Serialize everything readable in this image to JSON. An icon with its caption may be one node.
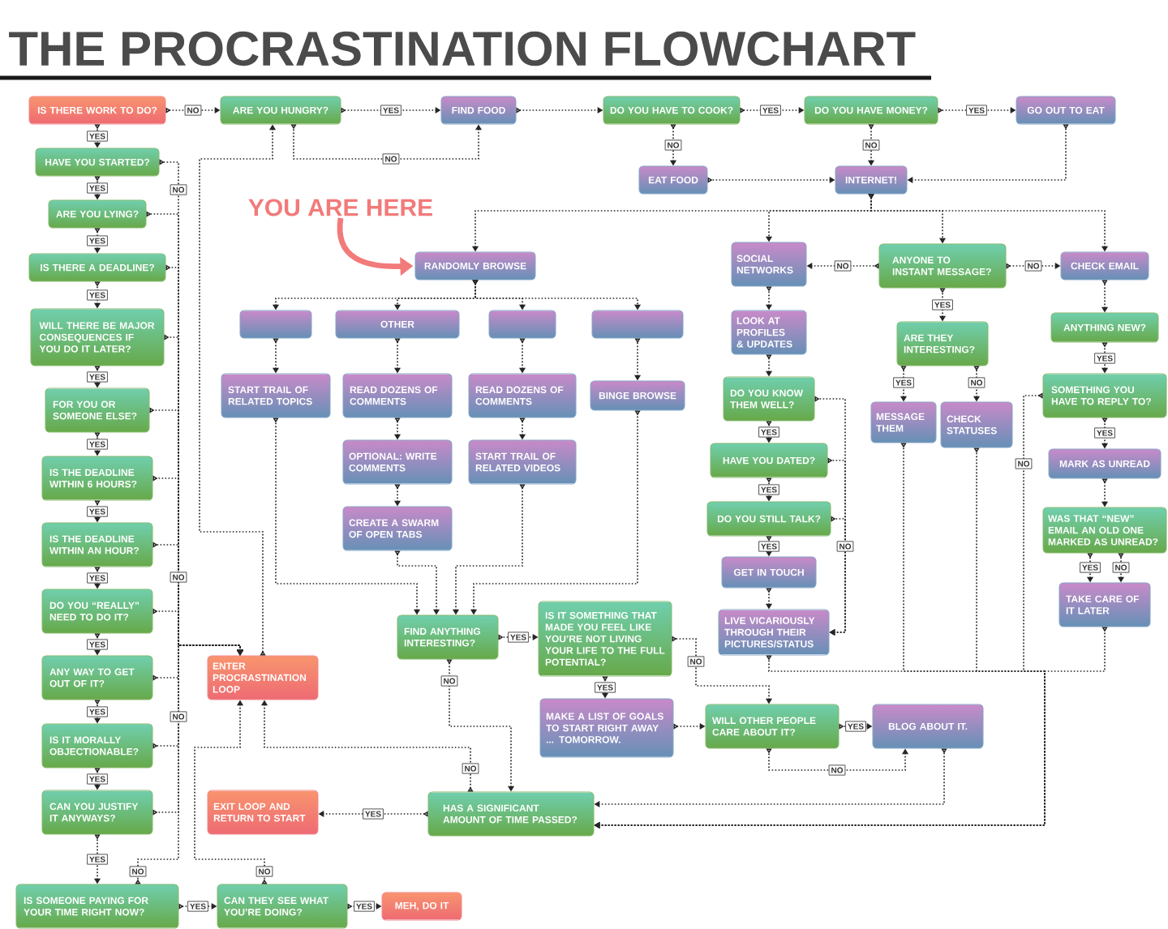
{
  "diagram": {
    "title": "THE PROCRASTINATION FLOWCHART",
    "nodes": [
      {
        "text": [
          "IS THERE WORK TO DO?"
        ]
      },
      {
        "text": [
          "ARE YOU HUNGRY?"
        ]
      },
      {
        "text": [
          "FIND FOOD"
        ]
      },
      {
        "text": [
          "DO YOU HAVE TO COOK?"
        ]
      },
      {
        "text": [
          "DO YOU HAVE MONEY?"
        ]
      },
      {
        "text": [
          "GO OUT TO EAT"
        ]
      },
      {
        "text": [
          "EAT FOOD"
        ]
      },
      {
        "text": [
          "INTERNET!"
        ]
      },
      {
        "text": [
          "HAVE YOU STARTED?"
        ]
      },
      {
        "text": [
          "ARE YOU LYING?"
        ]
      },
      {
        "text": [
          "IS THERE A DEADLINE?"
        ]
      },
      {
        "text": [
          "WILL THERE BE MAJOR CONSEQUENCES IF YOU DO IT LATER?"
        ]
      },
      {
        "text": [
          "FOR YOU OR SOMEONE ELSE?"
        ]
      },
      {
        "text": [
          "IS THE DEADLINE WITHIN 6 HOURS?"
        ]
      },
      {
        "text": [
          "IS THE DEADLINE WITHIN AN HOUR?"
        ]
      },
      {
        "text": [
          "DO YOU “REALLY” NEED TO DO IT?"
        ]
      },
      {
        "text": [
          "ANY WAY TO GET OUT OF IT?"
        ]
      },
      {
        "text": [
          "IS IT MORALLY OBJECTIONABLE?"
        ]
      },
      {
        "text": [
          "CAN YOU JUSTIFY IT ANYWAYS?"
        ]
      },
      {
        "text": [
          "IS SOMEONE PAYING FOR YOUR TIME RIGHT NOW?"
        ]
      },
      {
        "text": [
          "CAN THEY SEE WHAT YOU’RE DOING?"
        ]
      },
      {
        "text": [
          "MEH, DO IT"
        ]
      },
      {
        "text": [
          "ENTER PROCRASTINATION LOOP"
        ]
      },
      {
        "text": [
          "EXIT LOOP AND RETURN TO START"
        ]
      },
      {
        "text": [
          "HAS A SIGNIFICANT AMOUNT OF TIME PASSED?"
        ]
      },
      {
        "text": [
          "RANDOMLY BROWSE"
        ]
      },
      {
        "text": [],
        "shape": "box"
      },
      {
        "text": [
          "OTHER"
        ]
      },
      {
        "text": [],
        "shape": "box"
      },
      {
        "text": [],
        "shape": "box"
      },
      {
        "text": [
          "START TRAIL OF RELATED TOPICS"
        ]
      },
      {
        "text": [
          "READ DOZENS OF COMMENTS"
        ]
      },
      {
        "text": [
          "READ DOZENS OF COMMENTS"
        ]
      },
      {
        "text": [
          "BINGE BROWSE"
        ]
      },
      {
        "text": [
          "OPTIONAL: WRITE COMMENTS"
        ]
      },
      {
        "text": [
          "START TRAIL OF RELATED VIDEOS"
        ]
      },
      {
        "text": [
          "CREATE A SWARM OF OPEN TABS"
        ]
      },
      {
        "text": [
          "FIND ANYTHING INTERESTING?"
        ]
      },
      {
        "text": [
          "IS IT SOMETHING THAT MADE YOU FEEL LIKE YOU’RE NOT LIVING YOUR LIFE TO THE FULL POTENTIAL?"
        ]
      },
      {
        "text": [
          "MAKE A LIST OF GOALS TO START RIGHT AWAY ... TOMORROW."
        ]
      },
      {
        "text": [
          "WILL OTHER PEOPLE CARE ABOUT IT?"
        ]
      },
      {
        "text": [
          "BLOG ABOUT IT."
        ]
      },
      {
        "text": [
          "SOCIAL NETWORKS"
        ]
      },
      {
        "text": [
          "ANYONE TO INSTANT MESSAGE?"
        ]
      },
      {
        "text": [
          "CHECK EMAIL"
        ]
      },
      {
        "text": [
          "LOOK AT PROFILES & UPDATES"
        ]
      },
      {
        "text": [
          "DO YOU KNOW THEM WELL?"
        ]
      },
      {
        "text": [
          "HAVE YOU DATED?"
        ]
      },
      {
        "text": [
          "DO YOU STILL TALK?"
        ]
      },
      {
        "text": [
          "GET IN TOUCH"
        ]
      },
      {
        "text": [
          "LIVE VICARIOUSLY THROUGH THEIR PICTURES/STATUS"
        ]
      },
      {
        "text": [
          "ARE THEY INTERESTING?"
        ]
      },
      {
        "text": [
          "MESSAGE THEM"
        ]
      },
      {
        "text": [
          "CHECK STATUSES"
        ]
      },
      {
        "text": [
          "ANYTHING NEW?"
        ]
      },
      {
        "text": [
          "SOMETHING YOU HAVE TO REPLY TO?"
        ]
      },
      {
        "text": [
          "MARK AS UNREAD"
        ]
      },
      {
        "text": [
          "WAS THAT “NEW” EMAIL AN OLD ONE MARKED AS UNREAD?"
        ]
      },
      {
        "text": [
          "TAKE CARE OF IT LATER"
        ]
      },
      {
        "text": [
          "YOU ARE HERE"
        ]
      }
    ],
    "edges": [
      {
        "from": 0,
        "to": 1,
        "arrow": "to",
        "label": "NO",
        "style": "dashed"
      },
      {
        "from": 0,
        "to": 8,
        "arrow": "to",
        "label": "YES",
        "style": "dashed"
      },
      {
        "from": 1,
        "to": 2,
        "arrow": "to",
        "label": "YES",
        "style": "dashed"
      },
      {
        "from": 1,
        "to": 2,
        "arrow": "to",
        "label": "NO",
        "style": "dashed"
      },
      {
        "from": 2,
        "to": 3,
        "arrow": "to",
        "style": "dashed"
      },
      {
        "from": 3,
        "to": 4,
        "arrow": "to",
        "label": "YES",
        "style": "dashed"
      },
      {
        "from": 4,
        "to": 5,
        "arrow": "to",
        "label": "YES",
        "style": "dashed"
      },
      {
        "from": 3,
        "to": 6,
        "arrow": "to",
        "label": "NO",
        "style": "dashed"
      },
      {
        "from": 4,
        "to": 7,
        "arrow": "to",
        "label": "NO",
        "style": "dashed"
      },
      {
        "from": 5,
        "to": 7,
        "arrow": "to",
        "style": "dashed"
      },
      {
        "from": 6,
        "to": 7,
        "arrow": "to",
        "style": "dashed"
      },
      {
        "from": 8,
        "to": 9,
        "arrow": "to",
        "label": "YES",
        "style": "dashed"
      },
      {
        "from": 9,
        "to": 10,
        "arrow": "to",
        "label": "YES",
        "style": "dashed"
      },
      {
        "from": 10,
        "to": 11,
        "arrow": "to",
        "label": "YES",
        "style": "dashed"
      },
      {
        "from": 11,
        "to": 12,
        "arrow": "to",
        "label": "YES",
        "style": "dashed"
      },
      {
        "from": 12,
        "to": 13,
        "arrow": "to",
        "label": "YES",
        "style": "dashed"
      },
      {
        "from": 13,
        "to": 14,
        "arrow": "to",
        "label": "YES",
        "style": "dashed"
      },
      {
        "from": 14,
        "to": 15,
        "arrow": "to",
        "label": "YES",
        "style": "dashed"
      },
      {
        "from": 15,
        "to": 16,
        "arrow": "to",
        "label": "YES",
        "style": "dashed"
      },
      {
        "from": 16,
        "to": 17,
        "arrow": "to",
        "label": "YES",
        "style": "dashed"
      },
      {
        "from": 17,
        "to": 18,
        "arrow": "to",
        "label": "YES",
        "style": "dashed"
      },
      {
        "from": 18,
        "to": 19,
        "arrow": "to",
        "label": "YES",
        "style": "dashed"
      },
      {
        "from": 8,
        "to": 22,
        "arrow": "to",
        "label": "NO",
        "style": "dashed"
      },
      {
        "from": 9,
        "to": 22,
        "arrow": "to",
        "style": "dashed"
      },
      {
        "from": 10,
        "to": 22,
        "arrow": "to",
        "style": "dashed"
      },
      {
        "from": 11,
        "to": 22,
        "arrow": "to",
        "style": "dashed"
      },
      {
        "from": 12,
        "to": 22,
        "arrow": "to",
        "style": "dashed"
      },
      {
        "from": 13,
        "to": 22,
        "arrow": "to",
        "style": "dashed"
      },
      {
        "from": 14,
        "to": 22,
        "arrow": "to",
        "label": "NO",
        "style": "dashed"
      },
      {
        "from": 15,
        "to": 22,
        "arrow": "to",
        "style": "dashed"
      },
      {
        "from": 16,
        "to": 22,
        "arrow": "to",
        "style": "dashed"
      },
      {
        "from": 17,
        "to": 22,
        "arrow": "to",
        "label": "NO",
        "style": "dashed"
      },
      {
        "from": 18,
        "to": 22,
        "arrow": "to",
        "style": "dashed"
      },
      {
        "from": 19,
        "to": 22,
        "arrow": "to",
        "label": "NO",
        "style": "dashed"
      },
      {
        "from": 19,
        "to": 20,
        "arrow": "to",
        "label": "YES",
        "style": "dashed"
      },
      {
        "from": 20,
        "to": 21,
        "arrow": "to",
        "label": "YES",
        "style": "dashed"
      },
      {
        "from": 20,
        "to": 22,
        "arrow": "to",
        "label": "NO",
        "style": "dashed"
      },
      {
        "from": 22,
        "to": 1,
        "arrow": "to",
        "style": "dashed"
      },
      {
        "from": 24,
        "to": 22,
        "arrow": "to",
        "label": "NO",
        "style": "dashed"
      },
      {
        "from": 24,
        "to": 23,
        "arrow": "to",
        "label": "YES",
        "style": "dashed"
      },
      {
        "from": 7,
        "to": 25,
        "arrow": "to",
        "style": "dashed"
      },
      {
        "from": 7,
        "to": 42,
        "arrow": "to",
        "style": "dashed"
      },
      {
        "from": 7,
        "to": 43,
        "arrow": "to",
        "style": "dashed"
      },
      {
        "from": 7,
        "to": 44,
        "arrow": "to",
        "style": "dashed"
      },
      {
        "from": 25,
        "to": 26,
        "arrow": "to",
        "style": "dashed"
      },
      {
        "from": 25,
        "to": 27,
        "arrow": "to",
        "style": "dashed"
      },
      {
        "from": 25,
        "to": 28,
        "arrow": "to",
        "style": "dashed"
      },
      {
        "from": 25,
        "to": 29,
        "arrow": "to",
        "style": "dashed"
      },
      {
        "from": 26,
        "to": 30,
        "arrow": "to",
        "style": "dashed"
      },
      {
        "from": 27,
        "to": 31,
        "arrow": "to",
        "style": "dashed"
      },
      {
        "from": 31,
        "to": 34,
        "arrow": "to",
        "style": "dashed"
      },
      {
        "from": 34,
        "to": 36,
        "arrow": "to",
        "style": "dashed"
      },
      {
        "from": 28,
        "to": 32,
        "arrow": "to",
        "style": "dashed"
      },
      {
        "from": 32,
        "to": 35,
        "arrow": "to",
        "style": "dashed"
      },
      {
        "from": 29,
        "to": 33,
        "arrow": "to",
        "style": "dashed"
      },
      {
        "from": 30,
        "to": 37,
        "arrow": "to",
        "style": "dashed"
      },
      {
        "from": 36,
        "to": 37,
        "arrow": "to",
        "style": "dashed"
      },
      {
        "from": 35,
        "to": 37,
        "arrow": "to",
        "style": "dashed"
      },
      {
        "from": 33,
        "to": 37,
        "arrow": "to",
        "style": "dashed"
      },
      {
        "from": 37,
        "to": 38,
        "arrow": "to",
        "label": "YES",
        "style": "dashed"
      },
      {
        "from": 37,
        "to": 24,
        "arrow": "to",
        "label": "NO",
        "style": "dashed"
      },
      {
        "from": 38,
        "to": 39,
        "arrow": "to",
        "label": "YES",
        "style": "dashed"
      },
      {
        "from": 38,
        "to": 40,
        "arrow": "to",
        "label": "NO",
        "style": "dashed"
      },
      {
        "from": 39,
        "to": 40,
        "arrow": "to",
        "style": "dashed"
      },
      {
        "from": 40,
        "to": 41,
        "arrow": "to",
        "label": "YES",
        "style": "dashed"
      },
      {
        "from": 40,
        "to": 41,
        "arrow": "to",
        "label": "NO",
        "style": "dashed"
      },
      {
        "from": 41,
        "to": 24,
        "arrow": "to",
        "style": "dashed"
      },
      {
        "from": 43,
        "to": 42,
        "arrow": "to",
        "label": "NO",
        "style": "dashed"
      },
      {
        "from": 43,
        "to": 44,
        "arrow": "to",
        "label": "NO",
        "style": "dashed"
      },
      {
        "from": 43,
        "to": 51,
        "arrow": "to",
        "label": "YES",
        "style": "dashed"
      },
      {
        "from": 42,
        "to": 45,
        "arrow": "to",
        "style": "dashed"
      },
      {
        "from": 45,
        "to": 46,
        "arrow": "to",
        "style": "dashed"
      },
      {
        "from": 46,
        "to": 47,
        "arrow": "to",
        "label": "YES",
        "style": "dashed"
      },
      {
        "from": 47,
        "to": 48,
        "arrow": "to",
        "label": "YES",
        "style": "dashed"
      },
      {
        "from": 48,
        "to": 49,
        "arrow": "to",
        "label": "YES",
        "style": "dashed"
      },
      {
        "from": 49,
        "to": 50,
        "arrow": "to",
        "style": "dashed"
      },
      {
        "from": 46,
        "to": 50,
        "arrow": "to",
        "style": "dashed"
      },
      {
        "from": 47,
        "to": 50,
        "arrow": "to",
        "style": "dashed"
      },
      {
        "from": 48,
        "to": 50,
        "arrow": "to",
        "label": "NO",
        "style": "dashed"
      },
      {
        "from": 51,
        "to": 52,
        "arrow": "to",
        "label": "YES",
        "style": "dashed"
      },
      {
        "from": 51,
        "to": 53,
        "arrow": "to",
        "label": "NO",
        "style": "dashed"
      },
      {
        "from": 44,
        "to": 54,
        "arrow": "to",
        "style": "dashed"
      },
      {
        "from": 54,
        "to": 55,
        "arrow": "to",
        "label": "YES",
        "style": "dashed"
      },
      {
        "from": 55,
        "to": 56,
        "arrow": "to",
        "label": "YES",
        "style": "dashed"
      },
      {
        "from": 56,
        "to": 57,
        "arrow": "to",
        "style": "dashed"
      },
      {
        "from": 57,
        "to": 58,
        "arrow": "to",
        "label": "YES",
        "style": "dashed"
      },
      {
        "from": 57,
        "to": 58,
        "arrow": "to",
        "label": "NO",
        "style": "dashed"
      },
      {
        "from": 55,
        "to": 24,
        "arrow": "to",
        "label": "NO",
        "style": "dashed"
      },
      {
        "from": 50,
        "to": 24,
        "arrow": "to",
        "style": "dashed"
      },
      {
        "from": 52,
        "to": 24,
        "arrow": "to",
        "style": "dashed"
      },
      {
        "from": 53,
        "to": 24,
        "arrow": "to",
        "style": "dashed"
      },
      {
        "from": 58,
        "to": 24,
        "arrow": "to",
        "style": "dashed"
      },
      {
        "from": 59,
        "to": 25,
        "arrow": "to",
        "style": "thick",
        "color": "#f27a7a"
      }
    ]
  }
}
